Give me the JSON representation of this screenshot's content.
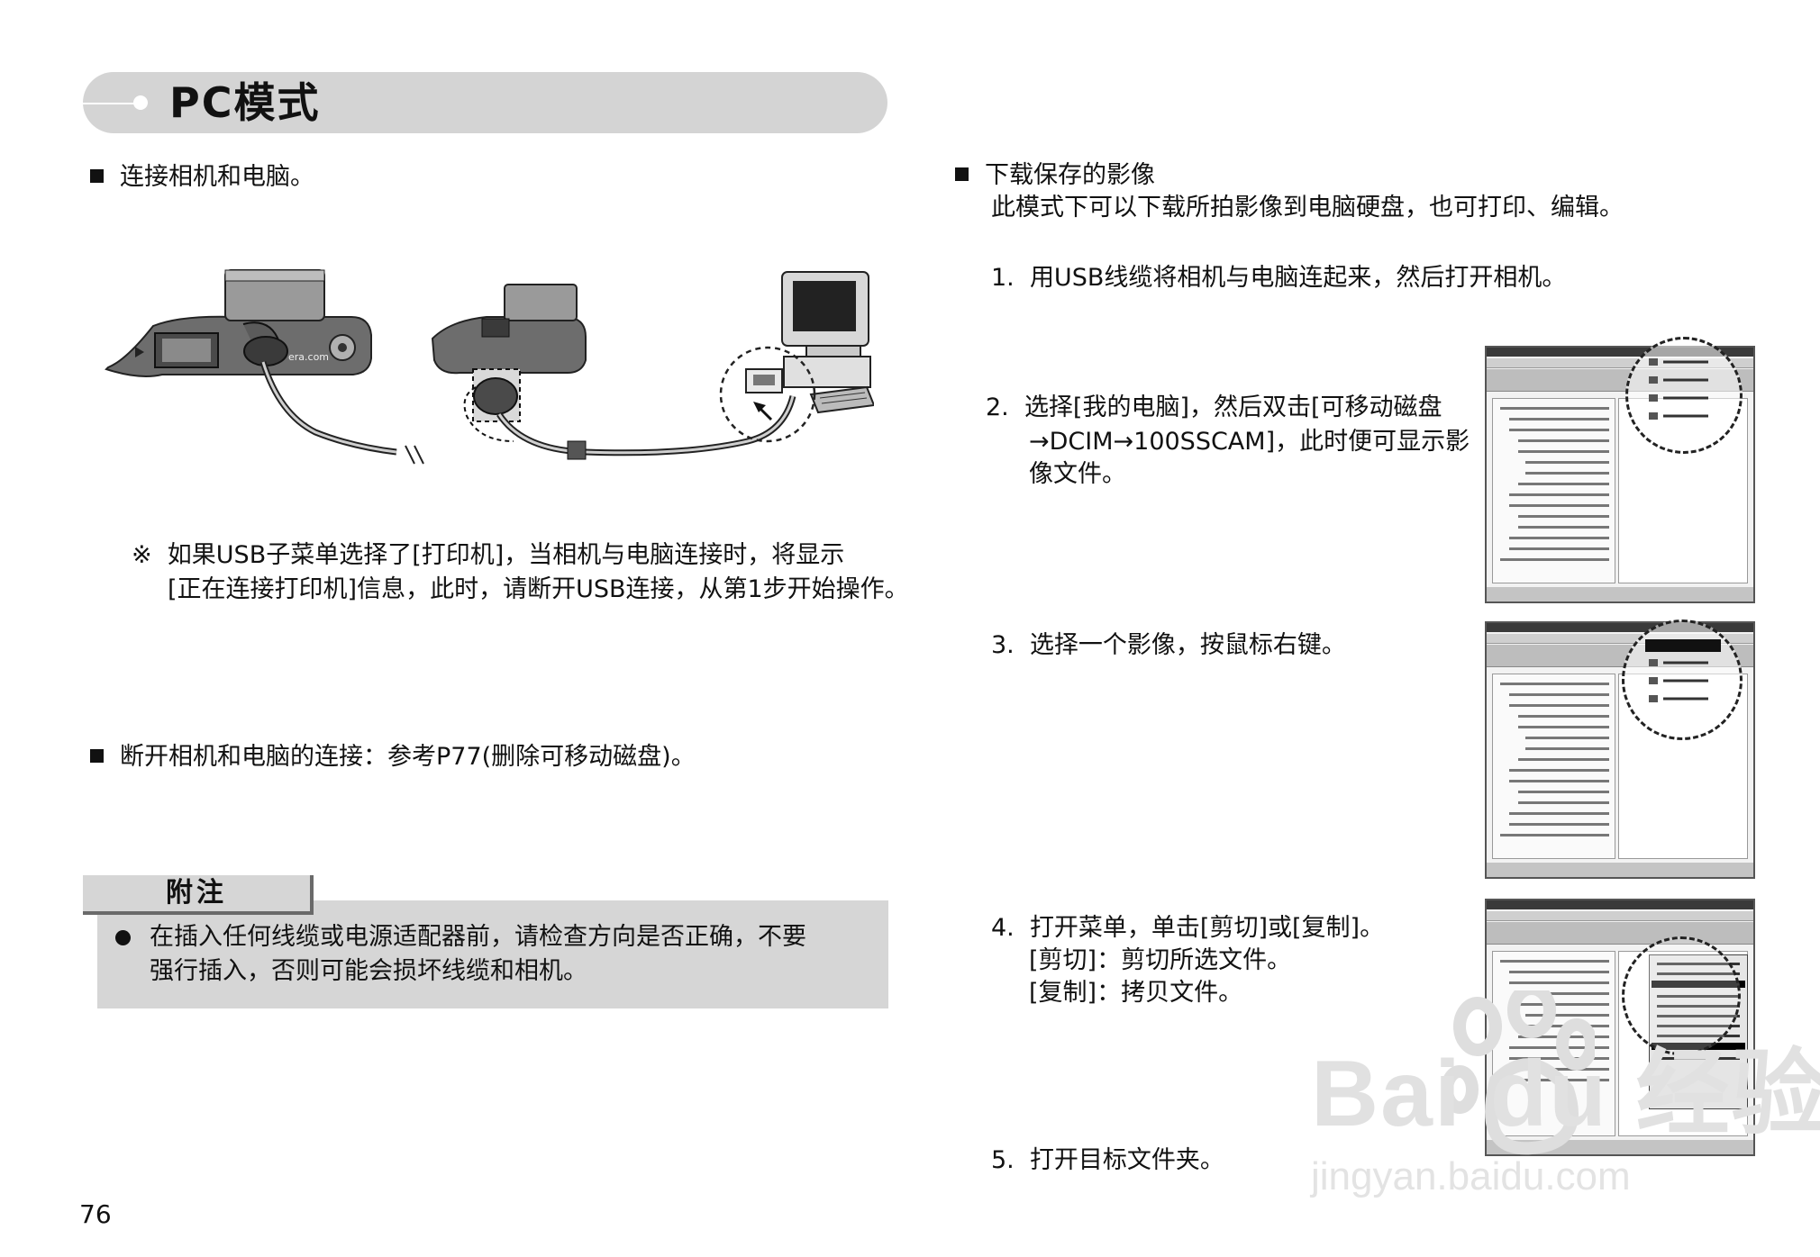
{
  "page": {
    "title": "PC模式",
    "page_number": "76"
  },
  "left": {
    "connect_heading": "连接相机和电脑。",
    "warning": {
      "symbol": "※",
      "line1": "如果USB子菜单选择了[打印机]，当相机与电脑连接时，将显示",
      "line2": "[正在连接打印机]信息，此时，请断开USB连接，从第1步开始操作。"
    },
    "disconnect_heading": "断开相机和电脑的连接：参考P77(删除可移动磁盘)。",
    "note": {
      "tab_label": "附注",
      "line1": "在插入任何线缆或电源适配器前，请检查方向是否正确，不要",
      "line2": "强行插入，否则可能会损坏线缆和相机。"
    },
    "camera_label": "era.com"
  },
  "right": {
    "download_heading": "下载保存的影像",
    "download_desc": "此模式下可以下载所拍影像到电脑硬盘，也可打印、编辑。",
    "steps": [
      {
        "num": "1.",
        "lines": [
          "用USB线缆将相机与电脑连起来，然后打开相机。"
        ]
      },
      {
        "num": "2.",
        "lines": [
          "选择[我的电脑]，然后双击[可移动磁盘",
          "→DCIM→100SSCAM]，此时便可显示影",
          "像文件。"
        ]
      },
      {
        "num": "3.",
        "lines": [
          "选择一个影像，按鼠标右键。"
        ]
      },
      {
        "num": "4.",
        "lines": [
          "打开菜单，单击[剪切]或[复制]。",
          "[剪切]：剪切所选文件。",
          "[复制]：拷贝文件。"
        ]
      },
      {
        "num": "5.",
        "lines": [
          "打开目标文件夹。"
        ]
      }
    ]
  },
  "watermark": {
    "text": "Bai du 经验",
    "url": "jingyan.baidu.com"
  },
  "colors": {
    "header_bg": "#d4d4d4",
    "note_bg": "#d6d6d6",
    "text": "#111111",
    "watermark": "#e1e1e1"
  }
}
